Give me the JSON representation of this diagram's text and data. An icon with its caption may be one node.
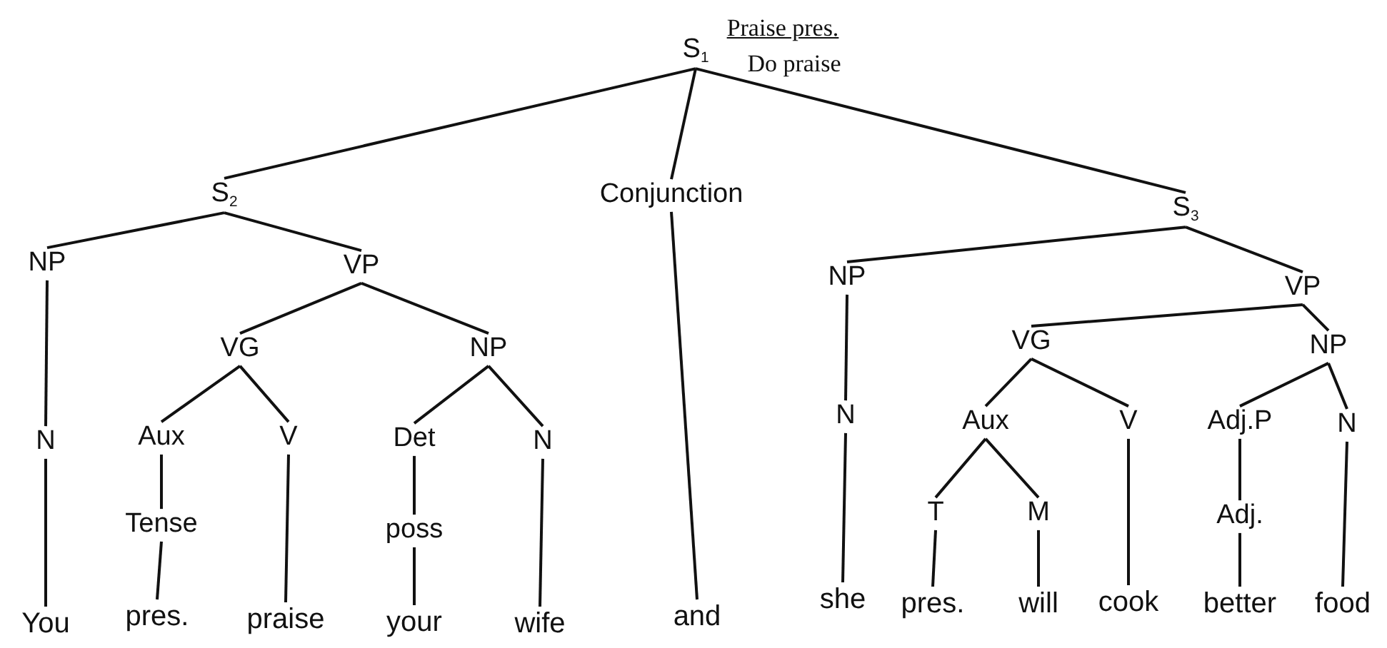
{
  "diagram": {
    "nodes": [
      {
        "text": [
          "S$_{1}$"
        ]
      },
      {
        "text": [
          "S$_{2}$"
        ]
      },
      {
        "text": [
          "Conjunction"
        ]
      },
      {
        "text": [
          "S$_{3}$"
        ]
      },
      {
        "text": [
          "NP"
        ]
      },
      {
        "text": [
          "VP"
        ]
      },
      {
        "text": [
          "N"
        ]
      },
      {
        "text": [
          "VG"
        ]
      },
      {
        "text": [
          "NP"
        ]
      },
      {
        "text": [
          "Aux"
        ]
      },
      {
        "text": [
          "V"
        ]
      },
      {
        "text": [
          "Det"
        ]
      },
      {
        "text": [
          "N"
        ]
      },
      {
        "text": [
          "Tense"
        ]
      },
      {
        "text": [
          "poss"
        ]
      },
      {
        "text": [
          "You"
        ]
      },
      {
        "text": [
          "pres."
        ]
      },
      {
        "text": [
          "praise"
        ]
      },
      {
        "text": [
          "your"
        ]
      },
      {
        "text": [
          "wife"
        ]
      },
      {
        "text": [
          "and"
        ]
      },
      {
        "text": [
          "NP"
        ]
      },
      {
        "text": [
          "VP"
        ]
      },
      {
        "text": [
          "N"
        ]
      },
      {
        "text": [
          "VG"
        ]
      },
      {
        "text": [
          "NP"
        ]
      },
      {
        "text": [
          "Aux"
        ]
      },
      {
        "text": [
          "V"
        ]
      },
      {
        "text": [
          "Adj.P"
        ]
      },
      {
        "text": [
          "N"
        ]
      },
      {
        "text": [
          "T"
        ]
      },
      {
        "text": [
          "M"
        ]
      },
      {
        "text": [
          "Adj."
        ]
      },
      {
        "text": [
          "she"
        ]
      },
      {
        "text": [
          "pres."
        ]
      },
      {
        "text": [
          "will"
        ]
      },
      {
        "text": [
          "cook"
        ]
      },
      {
        "text": [
          "better"
        ]
      },
      {
        "text": [
          "food"
        ]
      }
    ],
    "edges": [
      {
        "from": 0,
        "to": 1,
        "arrow": "none"
      },
      {
        "from": 0,
        "to": 2,
        "arrow": "none"
      },
      {
        "from": 0,
        "to": 3,
        "arrow": "none"
      },
      {
        "from": 1,
        "to": 4,
        "arrow": "none"
      },
      {
        "from": 1,
        "to": 5,
        "arrow": "none"
      },
      {
        "from": 4,
        "to": 6,
        "arrow": "none"
      },
      {
        "from": 6,
        "to": 15,
        "arrow": "none"
      },
      {
        "from": 5,
        "to": 7,
        "arrow": "none"
      },
      {
        "from": 5,
        "to": 8,
        "arrow": "none"
      },
      {
        "from": 7,
        "to": 9,
        "arrow": "none"
      },
      {
        "from": 7,
        "to": 10,
        "arrow": "none"
      },
      {
        "from": 9,
        "to": 13,
        "arrow": "none"
      },
      {
        "from": 13,
        "to": 16,
        "arrow": "none"
      },
      {
        "from": 10,
        "to": 17,
        "arrow": "none"
      },
      {
        "from": 8,
        "to": 11,
        "arrow": "none"
      },
      {
        "from": 8,
        "to": 12,
        "arrow": "none"
      },
      {
        "from": 11,
        "to": 14,
        "arrow": "none"
      },
      {
        "from": 14,
        "to": 18,
        "arrow": "none"
      },
      {
        "from": 12,
        "to": 19,
        "arrow": "none"
      },
      {
        "from": 2,
        "to": 20,
        "arrow": "none"
      },
      {
        "from": 3,
        "to": 21,
        "arrow": "none"
      },
      {
        "from": 3,
        "to": 22,
        "arrow": "none"
      },
      {
        "from": 21,
        "to": 23,
        "arrow": "none"
      },
      {
        "from": 23,
        "to": 33,
        "arrow": "none"
      },
      {
        "from": 22,
        "to": 24,
        "arrow": "none"
      },
      {
        "from": 22,
        "to": 25,
        "arrow": "none"
      },
      {
        "from": 24,
        "to": 26,
        "arrow": "none"
      },
      {
        "from": 24,
        "to": 27,
        "arrow": "none"
      },
      {
        "from": 26,
        "to": 30,
        "arrow": "none"
      },
      {
        "from": 26,
        "to": 31,
        "arrow": "none"
      },
      {
        "from": 30,
        "to": 34,
        "arrow": "none"
      },
      {
        "from": 31,
        "to": 35,
        "arrow": "none"
      },
      {
        "from": 27,
        "to": 36,
        "arrow": "none"
      },
      {
        "from": 25,
        "to": 28,
        "arrow": "none"
      },
      {
        "from": 25,
        "to": 29,
        "arrow": "none"
      },
      {
        "from": 28,
        "to": 32,
        "arrow": "none"
      },
      {
        "from": 32,
        "to": 37,
        "arrow": "none"
      },
      {
        "from": 29,
        "to": 38,
        "arrow": "none"
      }
    ],
    "labels": [
      "Praise pres.",
      "Do praise"
    ]
  }
}
